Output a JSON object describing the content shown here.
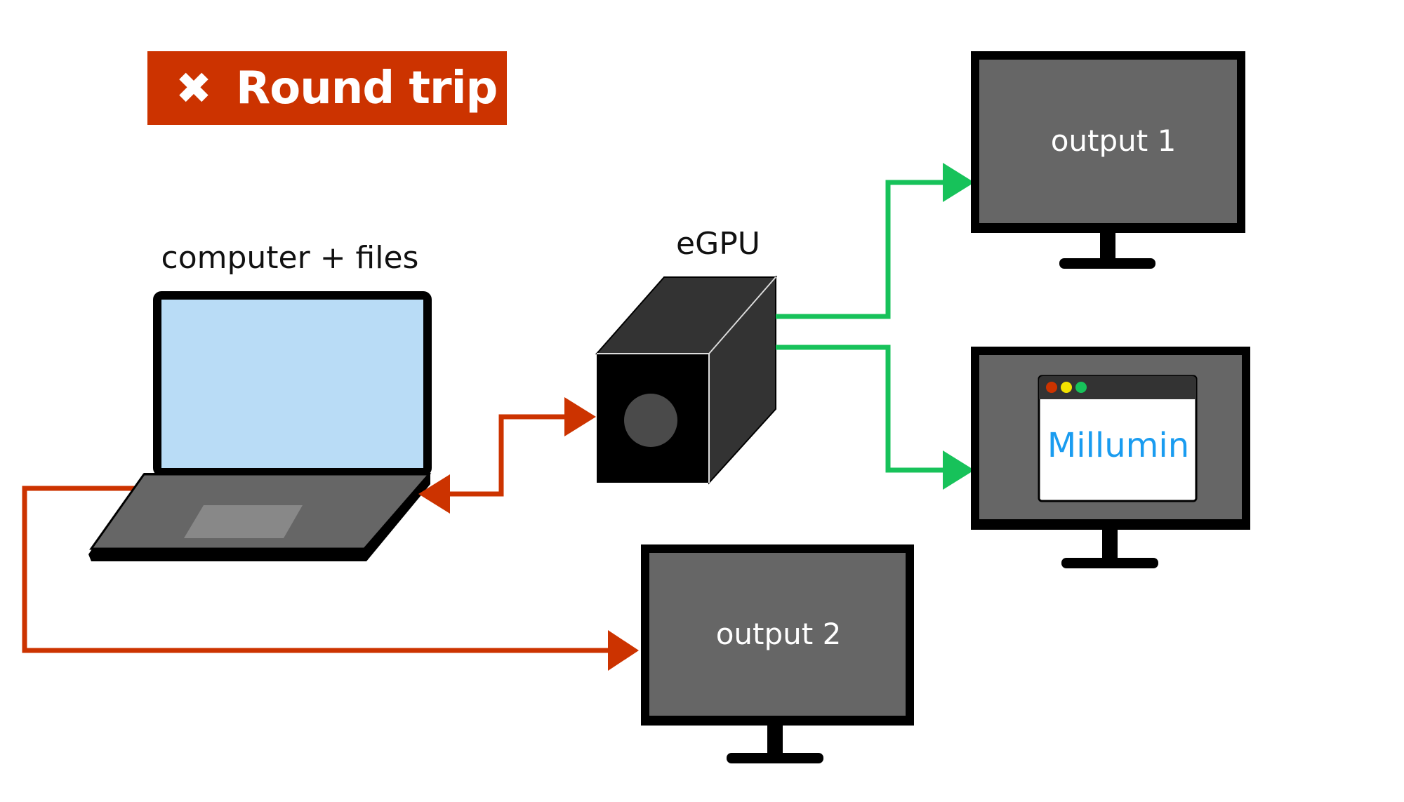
{
  "title": {
    "label": "Round trip",
    "icon": "cross-icon",
    "icon_glyph": "✖",
    "color": "#cc3300"
  },
  "nodes": {
    "computer": {
      "label": "computer + files",
      "screen_color": "#b9dcf6",
      "body_color": "#666666"
    },
    "egpu": {
      "label": "eGPU"
    },
    "output1": {
      "label": "output 1"
    },
    "output2": {
      "label": "output 2"
    },
    "millumin_display": {
      "app_label": "Millumin",
      "window_buttons": [
        "#cc3300",
        "#f2e200",
        "#17c25a"
      ]
    }
  },
  "connections": [
    {
      "from": "computer",
      "to": "egpu",
      "bidirectional": true,
      "color": "#cc3300"
    },
    {
      "from": "egpu",
      "to": "output1",
      "color": "#17c25a"
    },
    {
      "from": "egpu",
      "to": "millumin_display",
      "color": "#17c25a"
    },
    {
      "from": "computer",
      "to": "output2",
      "color": "#cc3300"
    }
  ]
}
